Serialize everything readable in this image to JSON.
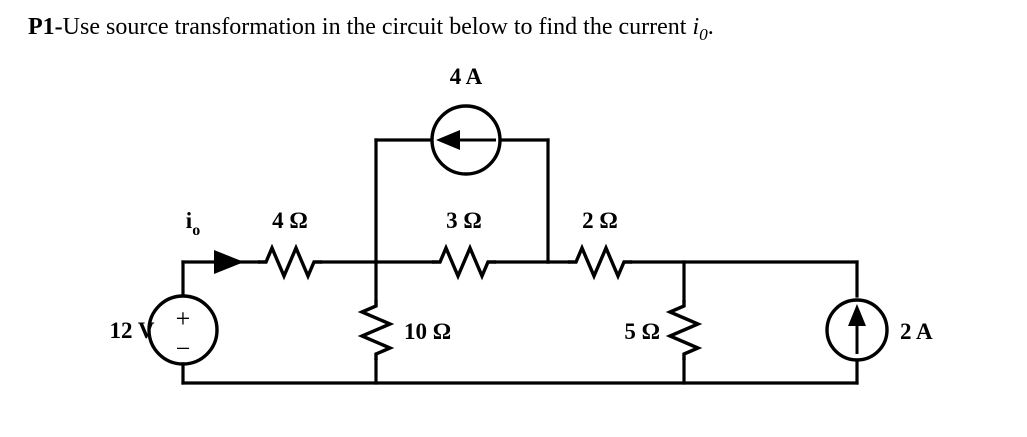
{
  "document": {
    "title_prefix": "P1-",
    "title_text": "Use source transformation in the circuit below to find the current ",
    "title_variable": "i",
    "title_variable_sub": "0",
    "title_suffix": ".",
    "background_color": "#ffffff",
    "ink_color": "#000000"
  },
  "circuit": {
    "name": "source-transformation-circuit",
    "sources": {
      "voltage_source": {
        "label": "12 V",
        "type": "independent-voltage-source",
        "plus_sign": "+",
        "minus_sign": "−",
        "polarity_top": "+",
        "polarity_bottom": "−"
      },
      "current_source_top": {
        "label": "4 A",
        "type": "independent-current-source",
        "arrow_direction": "left"
      },
      "current_source_right": {
        "label": "2 A",
        "type": "independent-current-source",
        "arrow_direction": "up"
      }
    },
    "resistors": {
      "r4": {
        "label": "4 Ω",
        "orientation": "horizontal"
      },
      "r3": {
        "label": "3 Ω",
        "orientation": "horizontal"
      },
      "r2": {
        "label": "2 Ω",
        "orientation": "horizontal"
      },
      "r10": {
        "label": "10 Ω",
        "orientation": "vertical"
      },
      "r5": {
        "label": "5 Ω",
        "orientation": "vertical"
      }
    },
    "current_labels": {
      "io": {
        "symbol": "i",
        "subscript": "o",
        "arrow_direction": "right"
      }
    }
  },
  "chart_data": {
    "type": "diagram",
    "title": "Source transformation circuit",
    "elements": [
      {
        "id": "V1",
        "kind": "voltage-source",
        "value": 12,
        "unit": "V",
        "label": "12 V"
      },
      {
        "id": "R4",
        "kind": "resistor",
        "value": 4,
        "unit": "Ω",
        "label": "4 Ω"
      },
      {
        "id": "R3",
        "kind": "resistor",
        "value": 3,
        "unit": "Ω",
        "label": "3 Ω"
      },
      {
        "id": "R2",
        "kind": "resistor",
        "value": 2,
        "unit": "Ω",
        "label": "2 Ω"
      },
      {
        "id": "R10",
        "kind": "resistor",
        "value": 10,
        "unit": "Ω",
        "label": "10 Ω"
      },
      {
        "id": "R5",
        "kind": "resistor",
        "value": 5,
        "unit": "Ω",
        "label": "5 Ω"
      },
      {
        "id": "I1",
        "kind": "current-source",
        "value": 4,
        "unit": "A",
        "label": "4 A",
        "direction": "left"
      },
      {
        "id": "I2",
        "kind": "current-source",
        "value": 2,
        "unit": "A",
        "label": "2 A",
        "direction": "up"
      },
      {
        "id": "io",
        "kind": "current-label",
        "label": "io",
        "direction": "right"
      }
    ]
  }
}
